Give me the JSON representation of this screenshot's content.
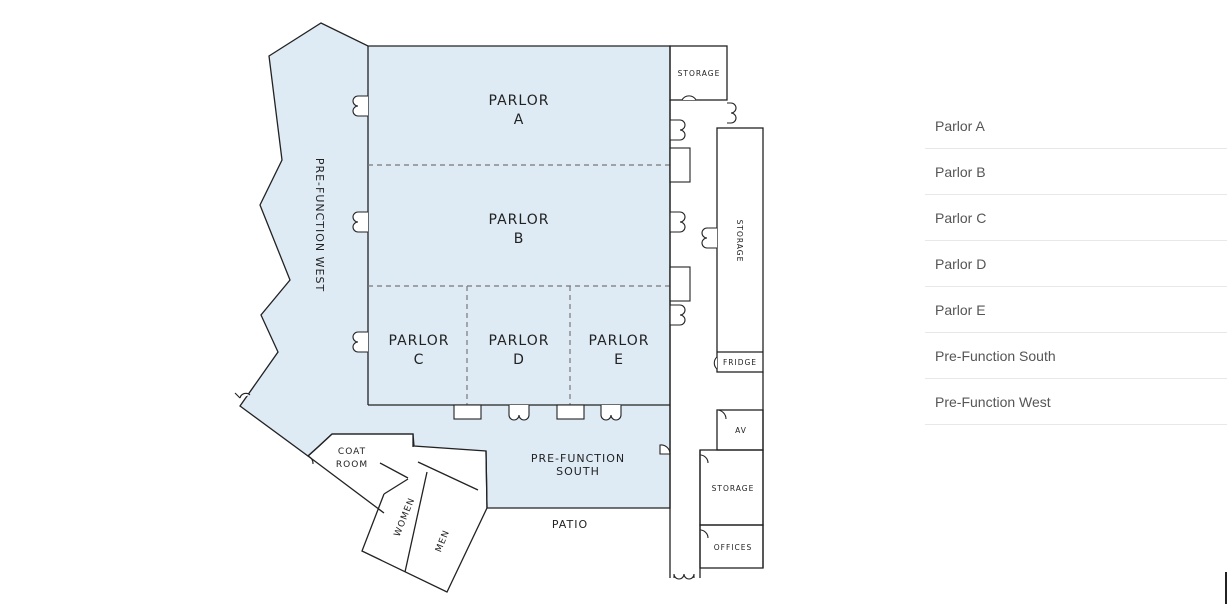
{
  "map": {
    "rooms": {
      "parlor_a": [
        "PARLOR",
        "A"
      ],
      "parlor_b": [
        "PARLOR",
        "B"
      ],
      "parlor_c": [
        "PARLOR",
        "C"
      ],
      "parlor_d": [
        "PARLOR",
        "D"
      ],
      "parlor_e": [
        "PARLOR",
        "E"
      ],
      "prefunction_west": "PRE-FUNCTION WEST",
      "prefunction_south": [
        "PRE-FUNCTION",
        "SOUTH"
      ],
      "patio": "PATIO",
      "coat_room": [
        "COAT",
        "ROOM"
      ],
      "women": "WOMEN",
      "men": "MEN",
      "storage_top": "STORAGE",
      "storage_right": "STORAGE",
      "fridge": "FRIDGE",
      "av": "AV",
      "storage_lower": "STORAGE",
      "offices": "OFFICES"
    },
    "colors": {
      "room_fill": "#deebf5",
      "wall": "#222222"
    }
  },
  "room_list": [
    {
      "label": "Parlor A"
    },
    {
      "label": "Parlor B"
    },
    {
      "label": "Parlor C"
    },
    {
      "label": "Parlor D"
    },
    {
      "label": "Parlor E"
    },
    {
      "label": "Pre-Function South"
    },
    {
      "label": "Pre-Function West"
    }
  ]
}
